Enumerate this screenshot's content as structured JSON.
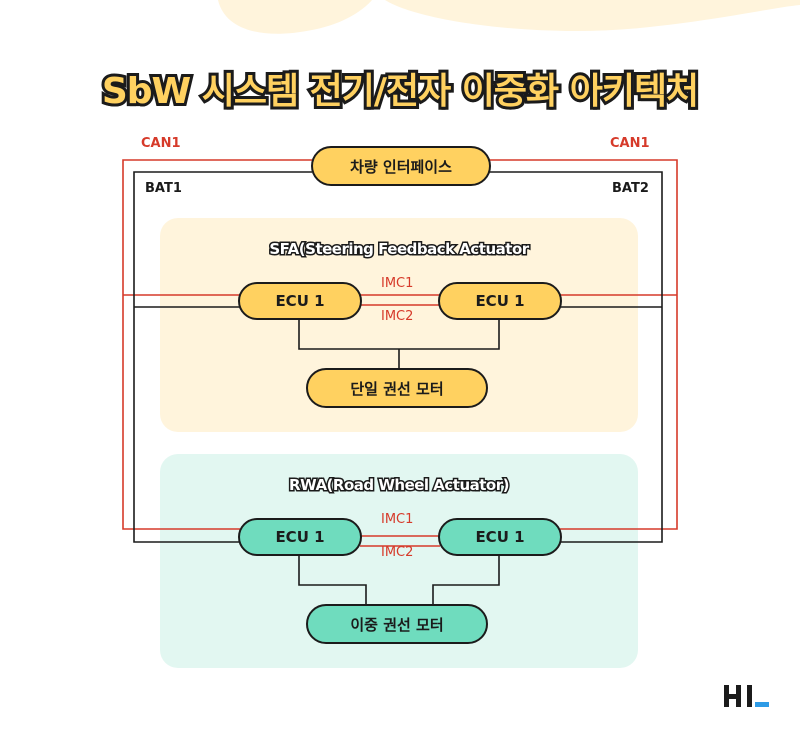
{
  "title": "SbW 시스템 전기/전자 이중화 아키텍처",
  "labels": {
    "can_left": "CAN1",
    "can_right": "CAN1",
    "bat_left": "BAT1",
    "bat_right": "BAT2"
  },
  "vehicle_interface": "차량 인터페이스",
  "sfa": {
    "title": "SFA(Steering Feedback Actuator",
    "ecu_left": "ECU 1",
    "ecu_right": "ECU 1",
    "imc1": "IMC1",
    "imc2": "IMC2",
    "motor": "단일 권선 모터"
  },
  "rwa": {
    "title": "RWA(Road Wheel Actuator)",
    "ecu_left": "ECU 1",
    "ecu_right": "ECU 1",
    "imc1": "IMC1",
    "imc2": "IMC2",
    "motor": "이중 권선 모터"
  },
  "colors": {
    "title_fill": "#ffd160",
    "sfa_panel": "#fff4dc",
    "rwa_panel": "#e2f7f1",
    "can_line": "#d63a2a",
    "bat_line": "#1b1b1b",
    "logo_accent": "#2e9be6"
  }
}
